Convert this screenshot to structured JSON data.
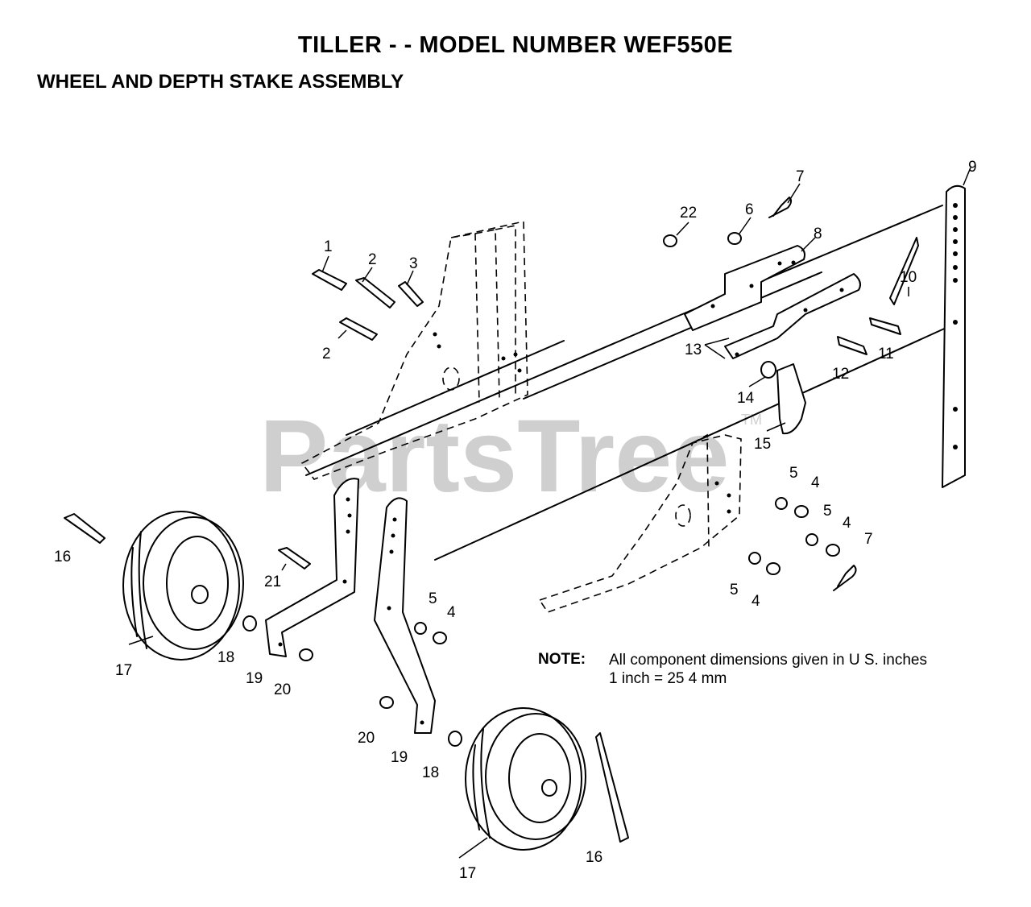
{
  "header": {
    "title": "TILLER - - MODEL NUMBER WEF550E",
    "subtitle": "WHEEL AND DEPTH STAKE ASSEMBLY"
  },
  "watermark": {
    "text": "PartsTree",
    "tm": "TM"
  },
  "note": {
    "label": "NOTE:",
    "line1": "All component dimensions given in U S. inches",
    "line2": "1 inch = 25 4 mm"
  },
  "callouts": {
    "c1": "1",
    "c2a": "2",
    "c2b": "2",
    "c3": "3",
    "c4a": "4",
    "c4b": "4",
    "c4c": "4",
    "c4d": "4",
    "c5a": "5",
    "c5b": "5",
    "c5c": "5",
    "c5d": "5",
    "c6": "6",
    "c7a": "7",
    "c7b": "7",
    "c8": "8",
    "c9": "9",
    "c10": "10",
    "c11": "11",
    "c12": "12",
    "c13": "13",
    "c14": "14",
    "c15": "15",
    "c16a": "16",
    "c16b": "16",
    "c17a": "17",
    "c17b": "17",
    "c18a": "18",
    "c18b": "18",
    "c19a": "19",
    "c19b": "19",
    "c20a": "20",
    "c20b": "20",
    "c21": "21",
    "c22": "22"
  }
}
